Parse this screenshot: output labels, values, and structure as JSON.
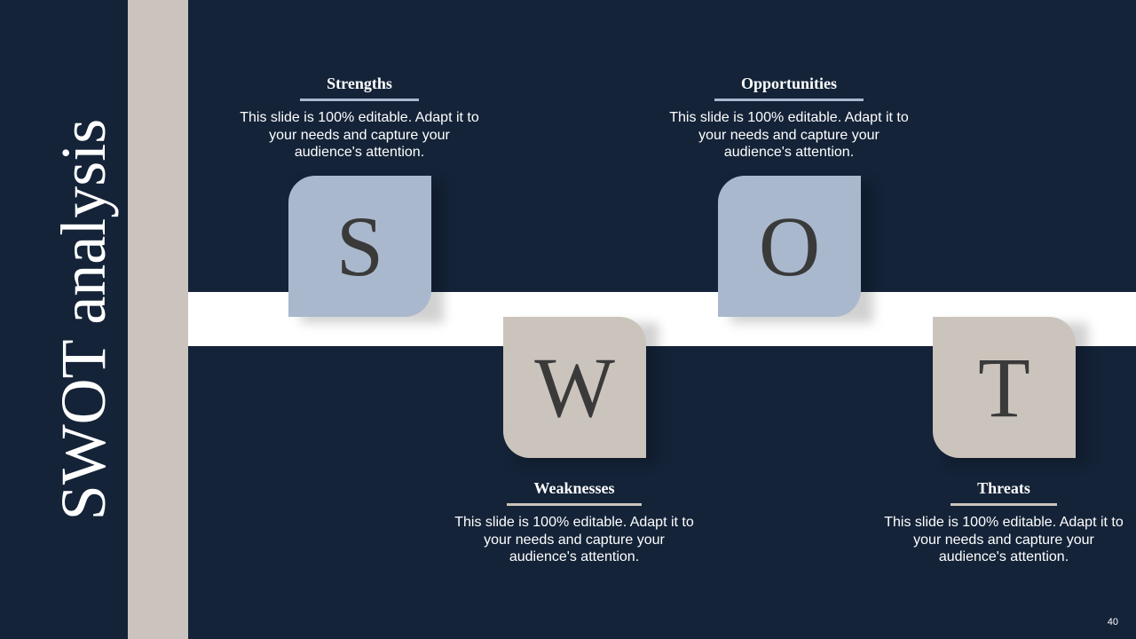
{
  "slide": {
    "title": "SWOT analysis",
    "page_number": "40"
  },
  "swot": {
    "strengths": {
      "letter": "S",
      "heading": "Strengths",
      "text": "This slide is 100% editable. Adapt it to your needs and capture your audience's attention."
    },
    "weaknesses": {
      "letter": "W",
      "heading": "Weaknesses",
      "text": "This slide is 100% editable. Adapt it to your needs and capture your audience's attention."
    },
    "opportunities": {
      "letter": "O",
      "heading": "Opportunities",
      "text": "This slide is 100% editable. Adapt it to your needs and capture your audience's attention."
    },
    "threats": {
      "letter": "T",
      "heading": "Threats",
      "text": "This slide is 100% editable. Adapt it to your needs and capture your audience's attention."
    }
  },
  "colors": {
    "background": "#142338",
    "accent_blue": "#a9b8cd",
    "accent_beige": "#cbc4bc",
    "band": "#ffffff"
  }
}
